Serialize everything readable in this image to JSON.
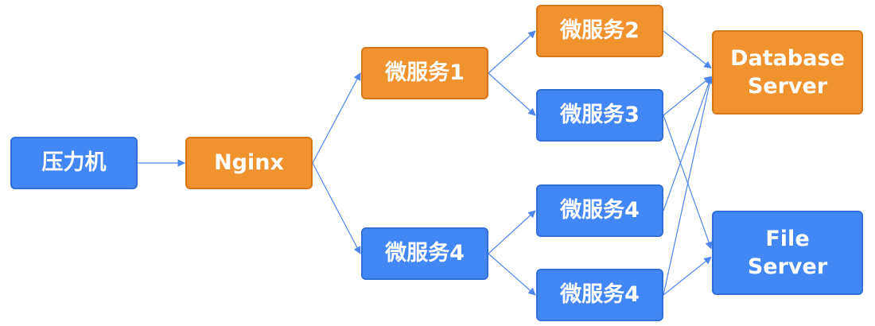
{
  "colors": {
    "blue_node": "#4287f5",
    "orange_node": "#f0922e",
    "edge": "#4f86ee",
    "text": "#ffffff"
  },
  "nodes": {
    "load_tester": {
      "label": "压力机",
      "color": "blue"
    },
    "nginx": {
      "label": "Nginx",
      "color": "orange"
    },
    "microservice_1": {
      "label": "微服务1",
      "color": "orange"
    },
    "microservice_4_upper": {
      "label": "微服务4",
      "color": "blue"
    },
    "microservice_2": {
      "label": "微服务2",
      "color": "orange"
    },
    "microservice_3": {
      "label": "微服务3",
      "color": "blue"
    },
    "microservice_4_mid": {
      "label": "微服务4",
      "color": "blue"
    },
    "microservice_4_low": {
      "label": "微服务4",
      "color": "blue"
    },
    "database_server": {
      "label": "Database\nServer",
      "color": "orange"
    },
    "file_server": {
      "label": "File\nServer",
      "color": "blue"
    }
  },
  "edges": [
    {
      "from": "load_tester",
      "to": "nginx"
    },
    {
      "from": "nginx",
      "to": "microservice_1"
    },
    {
      "from": "nginx",
      "to": "microservice_4_upper"
    },
    {
      "from": "microservice_1",
      "to": "microservice_2"
    },
    {
      "from": "microservice_1",
      "to": "microservice_3"
    },
    {
      "from": "microservice_4_upper",
      "to": "microservice_4_mid"
    },
    {
      "from": "microservice_4_upper",
      "to": "microservice_4_low"
    },
    {
      "from": "microservice_2",
      "to": "database_server"
    },
    {
      "from": "microservice_3",
      "to": "database_server"
    },
    {
      "from": "microservice_3",
      "to": "file_server"
    },
    {
      "from": "microservice_4_mid",
      "to": "database_server"
    },
    {
      "from": "microservice_4_low",
      "to": "database_server"
    },
    {
      "from": "microservice_4_low",
      "to": "file_server"
    }
  ]
}
